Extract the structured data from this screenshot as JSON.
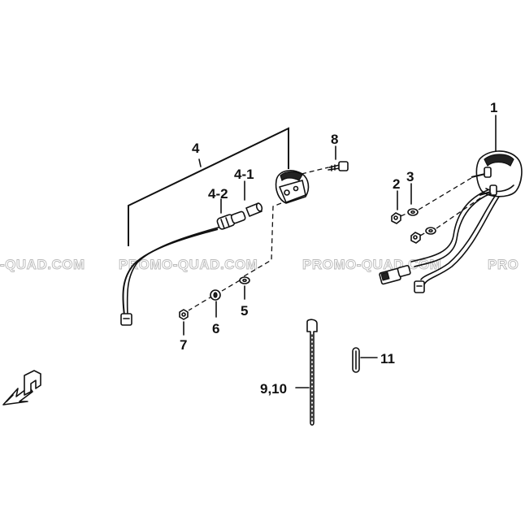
{
  "watermark": {
    "texts": [
      "-QUAD.COM",
      "PROMO-QUAD.COM",
      "PROMO-QUAD.COM",
      "PRO"
    ]
  },
  "callouts": {
    "c1": "1",
    "c2": "2",
    "c3": "3",
    "c4": "4",
    "c4_1": "4-1",
    "c4_2": "4-2",
    "c5": "5",
    "c6": "6",
    "c7": "7",
    "c8": "8",
    "c9_10": "9,10",
    "c11": "11"
  },
  "colors": {
    "ink": "#111111",
    "watermark_outline": "#b9b9b9",
    "background": "#ffffff"
  },
  "icons": {
    "orientation": "front-direction-arrow-icon"
  }
}
